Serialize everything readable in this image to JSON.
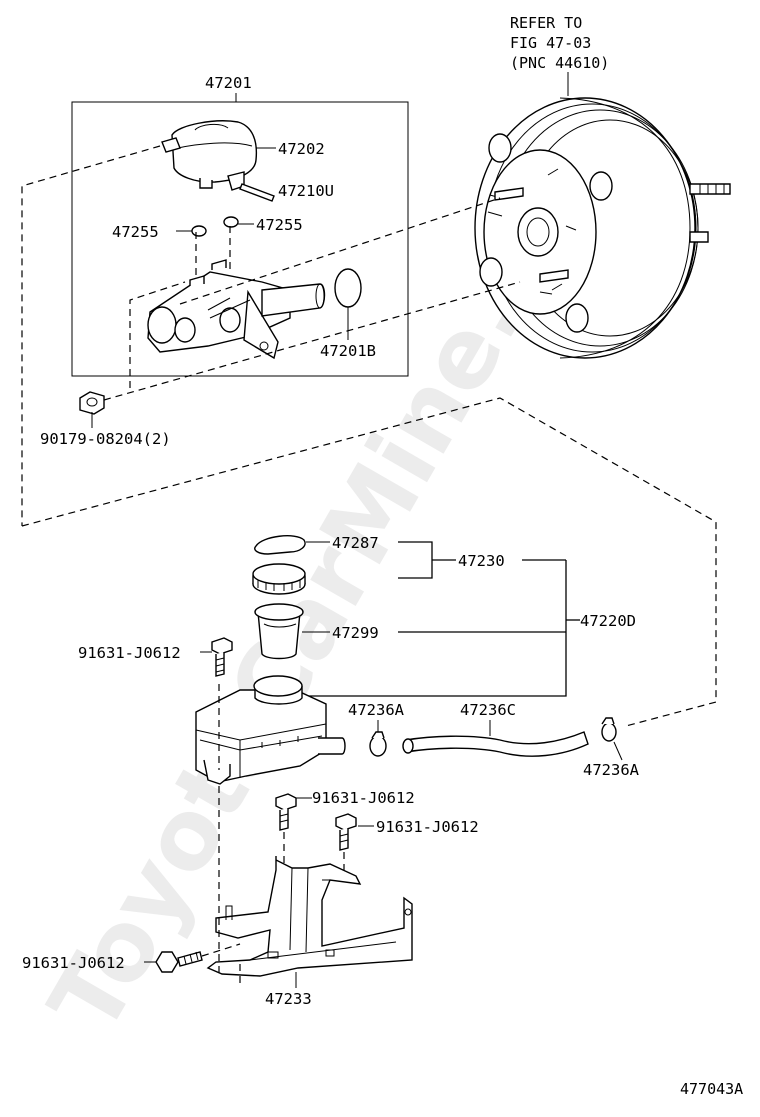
{
  "refer": {
    "line1": "REFER TO",
    "line2": "FIG 47-03",
    "line3": "(PNC 44610)"
  },
  "labels": {
    "p47201": "47201",
    "p47202": "47202",
    "p47210U": "47210U",
    "p47255_left": "47255",
    "p47255_right": "47255",
    "p47201B": "47201B",
    "p90179": "90179-08204(2)",
    "p47287": "47287",
    "p47230": "47230",
    "p47220D": "47220D",
    "p47299": "47299",
    "p91631_a": "91631-J0612",
    "p47236A_top": "47236A",
    "p47236C": "47236C",
    "p47236A_right": "47236A",
    "p91631_b": "91631-J0612",
    "p91631_c": "91631-J0612",
    "p91631_d": "91631-J0612",
    "p47233": "47233"
  },
  "figure_number": "477043A",
  "watermark": "ToyotaCarMine.ru"
}
